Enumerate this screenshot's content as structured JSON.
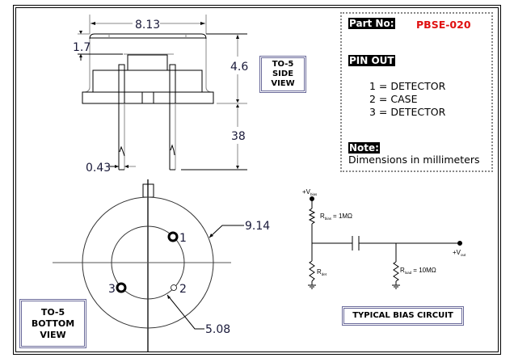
{
  "side_view": {
    "label_lines": [
      "TO-5",
      "SIDE",
      "VIEW"
    ],
    "dims": {
      "width": "8.13",
      "cap_height": "1.7",
      "body_height": "4.6",
      "lead_length": "38",
      "lead_diameter": "0.43"
    }
  },
  "bottom_view": {
    "label_lines": [
      "TO-5",
      "BOTTOM",
      "VIEW"
    ],
    "dims": {
      "outer_diameter": "9.14",
      "pin_circle": "5.08"
    },
    "pins": [
      "1",
      "2",
      "3"
    ]
  },
  "info": {
    "part_label": "Part No:",
    "part_value": "PBSE-020",
    "pinout_heading": "PIN OUT",
    "pinout": [
      "1 = DETECTOR",
      "2 = CASE",
      "3 = DETECTOR"
    ],
    "note_heading": "Note:",
    "note_text": "Dimensions in millimeters",
    "accent_color": "#e01010"
  },
  "circuit": {
    "title": "TYPICAL BIAS CIRCUIT",
    "vbias": {
      "main": "+V",
      "sub": "bias"
    },
    "rbias": {
      "main": "R",
      "sub": "bias",
      "value": "= 1MΩ"
    },
    "rdet": {
      "main": "R",
      "sub": "det"
    },
    "rload": {
      "main": "R",
      "sub": "load",
      "value": "= 10MΩ"
    },
    "vout": {
      "main": "+V",
      "sub": "out"
    }
  }
}
